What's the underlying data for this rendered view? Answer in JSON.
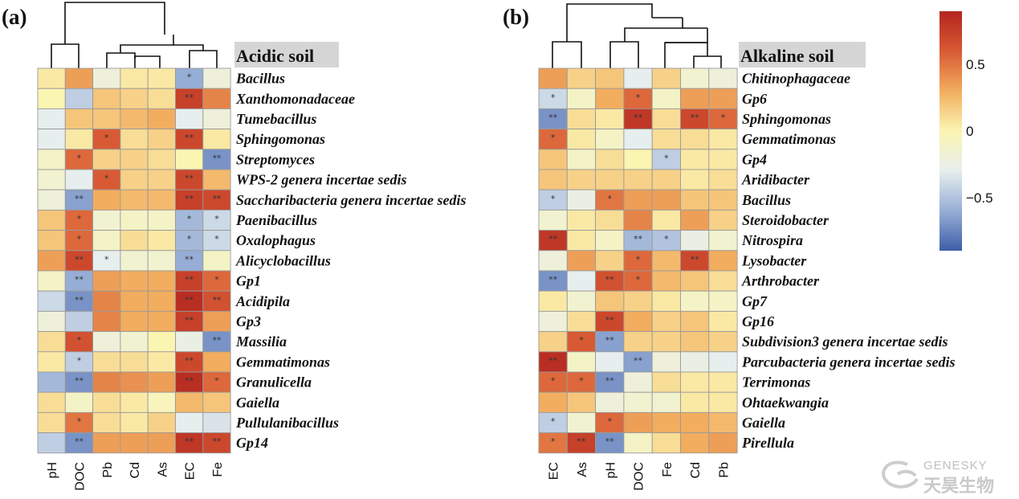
{
  "chart_data": [
    {
      "type": "heatmap",
      "panel": "(a)",
      "title": "Acidic soil",
      "columns": [
        "pH",
        "DOC",
        "Pb",
        "Cd",
        "As",
        "EC",
        "Fe"
      ],
      "rows": [
        "Bacillus",
        "Xanthomonadaceae",
        "Tumebacillus",
        "Sphingomonas",
        "Streptomyces",
        "WPS-2 genera incertae sedis",
        "Saccharibacteria genera incertae sedis",
        "Paenibacillus",
        "Oxalophagus",
        "Alicyclobacillus",
        "Gp1",
        "Acidipila",
        "Gp3",
        "Massilia",
        "Gemmatimonas",
        "Granulicella",
        "Gaiella",
        "Pullulanibacillus",
        "Gp14"
      ],
      "values": [
        [
          0.05,
          0.35,
          -0.2,
          0.05,
          0.05,
          -0.6,
          -0.2
        ],
        [
          0.0,
          -0.45,
          0.2,
          0.15,
          0.1,
          0.75,
          0.45
        ],
        [
          -0.3,
          0.2,
          0.2,
          0.25,
          0.3,
          -0.3,
          -0.2
        ],
        [
          -0.3,
          0.05,
          0.6,
          0.1,
          0.15,
          0.7,
          0.05
        ],
        [
          -0.1,
          0.55,
          0.15,
          0.15,
          0.1,
          0.0,
          -0.7
        ],
        [
          -0.15,
          -0.3,
          0.6,
          0.15,
          0.15,
          0.7,
          0.25
        ],
        [
          -0.2,
          -0.65,
          0.3,
          0.25,
          0.25,
          0.75,
          0.7
        ],
        [
          0.2,
          0.55,
          -0.15,
          -0.1,
          -0.1,
          -0.55,
          -0.4
        ],
        [
          0.2,
          0.55,
          -0.1,
          0.1,
          0.05,
          -0.55,
          -0.4
        ],
        [
          0.35,
          0.7,
          -0.3,
          -0.15,
          -0.15,
          -0.6,
          -0.1
        ],
        [
          -0.1,
          -0.6,
          0.35,
          0.3,
          0.3,
          0.75,
          0.55
        ],
        [
          -0.4,
          -0.7,
          0.45,
          0.3,
          0.3,
          0.85,
          0.65
        ],
        [
          -0.2,
          -0.45,
          0.45,
          0.3,
          0.3,
          0.75,
          0.35
        ],
        [
          0.1,
          0.65,
          -0.2,
          -0.15,
          0.0,
          -0.25,
          -0.7
        ],
        [
          0.05,
          -0.45,
          0.1,
          0.1,
          0.05,
          0.7,
          0.3
        ],
        [
          -0.55,
          -0.7,
          0.45,
          0.4,
          0.35,
          0.85,
          0.55
        ],
        [
          0.1,
          -0.1,
          0.1,
          0.05,
          -0.05,
          0.25,
          0.2
        ],
        [
          0.1,
          0.5,
          0.1,
          0.05,
          0.15,
          -0.3,
          -0.35
        ],
        [
          -0.45,
          -0.7,
          0.35,
          0.35,
          0.35,
          0.8,
          0.7
        ]
      ],
      "stars": [
        [
          "",
          "",
          "",
          "",
          "",
          "*",
          ""
        ],
        [
          "",
          "",
          "",
          "",
          "",
          "**",
          ""
        ],
        [
          "",
          "",
          "",
          "",
          "",
          "",
          ""
        ],
        [
          "",
          "",
          "*",
          "",
          "",
          "**",
          ""
        ],
        [
          "",
          "*",
          "",
          "",
          "",
          "",
          "**"
        ],
        [
          "",
          "",
          "*",
          "",
          "",
          "**",
          ""
        ],
        [
          "",
          "**",
          "",
          "",
          "",
          "**",
          "**"
        ],
        [
          "",
          "*",
          "",
          "",
          "",
          "*",
          "*"
        ],
        [
          "",
          "*",
          "",
          "",
          "",
          "*",
          "*"
        ],
        [
          "",
          "**",
          "*",
          "",
          "",
          "**",
          ""
        ],
        [
          "",
          "**",
          "",
          "",
          "",
          "**",
          "*"
        ],
        [
          "",
          "**",
          "",
          "",
          "",
          "**",
          "**"
        ],
        [
          "",
          "",
          "",
          "",
          "",
          "**",
          ""
        ],
        [
          "",
          "*",
          "",
          "",
          "",
          "",
          "**"
        ],
        [
          "",
          "*",
          "",
          "",
          "",
          "**",
          ""
        ],
        [
          "",
          "**",
          "",
          "",
          "",
          "**",
          "*"
        ],
        [
          "",
          "",
          "",
          "",
          "",
          "",
          ""
        ],
        [
          "",
          "*",
          "",
          "",
          "",
          "",
          ""
        ],
        [
          "",
          "**",
          "",
          "",
          "",
          "**",
          "**"
        ]
      ]
    },
    {
      "type": "heatmap",
      "panel": "(b)",
      "title": "Alkaline soil",
      "columns": [
        "EC",
        "As",
        "pH",
        "DOC",
        "Fe",
        "Cd",
        "Pb"
      ],
      "rows": [
        "Chitinophagaceae",
        "Gp6",
        "Sphingomonas",
        "Gemmatimonas",
        "Gp4",
        "Aridibacter",
        "Bacillus",
        "Steroidobacter",
        "Nitrospira",
        "Lysobacter",
        "Arthrobacter",
        "Gp7",
        "Gp16",
        "Subdivision3 genera incertae sedis",
        "Parcubacteria genera incertae sedis",
        "Terrimonas",
        "Ohtaekwangia",
        "Gaiella",
        "Pirellula"
      ],
      "values": [
        [
          0.35,
          0.15,
          0.2,
          -0.3,
          0.15,
          -0.15,
          -0.2
        ],
        [
          -0.4,
          -0.1,
          0.3,
          0.55,
          -0.1,
          0.35,
          0.35
        ],
        [
          -0.7,
          0.1,
          0.05,
          0.8,
          0.1,
          0.7,
          0.55
        ],
        [
          0.55,
          0.05,
          -0.1,
          -0.3,
          0.1,
          0.1,
          0.05
        ],
        [
          0.2,
          -0.1,
          0.1,
          0.0,
          -0.45,
          0.05,
          0.05
        ],
        [
          0.2,
          0.15,
          0.15,
          0.15,
          0.15,
          0.05,
          0.1
        ],
        [
          -0.45,
          -0.25,
          0.5,
          0.35,
          0.35,
          0.2,
          0.2
        ],
        [
          -0.15,
          0.05,
          0.1,
          0.45,
          0.05,
          0.35,
          0.15
        ],
        [
          0.8,
          0.05,
          -0.1,
          -0.55,
          -0.5,
          -0.25,
          -0.15
        ],
        [
          -0.2,
          0.35,
          0.15,
          0.55,
          0.25,
          0.7,
          0.3
        ],
        [
          -0.7,
          -0.3,
          0.65,
          0.55,
          0.25,
          0.2,
          0.1
        ],
        [
          0.05,
          -0.15,
          0.2,
          0.15,
          0.05,
          -0.1,
          -0.1
        ],
        [
          -0.2,
          0.1,
          0.7,
          0.3,
          0.15,
          0.2,
          0.05
        ],
        [
          0.15,
          0.6,
          -0.65,
          0.15,
          0.15,
          0.2,
          0.15
        ],
        [
          0.85,
          -0.1,
          -0.3,
          -0.65,
          -0.2,
          -0.25,
          -0.3
        ],
        [
          0.55,
          0.55,
          -0.7,
          -0.2,
          0.1,
          0.05,
          0.05
        ],
        [
          0.3,
          0.2,
          -0.2,
          -0.15,
          -0.15,
          0.05,
          0.05
        ],
        [
          -0.45,
          -0.15,
          0.55,
          0.35,
          0.3,
          0.3,
          0.25
        ],
        [
          0.5,
          0.75,
          -0.7,
          -0.1,
          0.1,
          0.3,
          0.35
        ]
      ],
      "stars": [
        [
          "",
          "",
          "",
          "",
          "",
          "",
          ""
        ],
        [
          "*",
          "",
          "",
          "*",
          "",
          "",
          ""
        ],
        [
          "**",
          "",
          "",
          "**",
          "",
          "**",
          "*"
        ],
        [
          "*",
          "",
          "",
          "",
          "",
          "",
          ""
        ],
        [
          "",
          "",
          "",
          "",
          "*",
          "",
          ""
        ],
        [
          "",
          "",
          "",
          "",
          "",
          "",
          ""
        ],
        [
          "*",
          "",
          "*",
          "",
          "",
          "",
          ""
        ],
        [
          "",
          "",
          "",
          "",
          "",
          "",
          ""
        ],
        [
          "**",
          "",
          "",
          "**",
          "*",
          "",
          ""
        ],
        [
          "",
          "",
          "",
          "*",
          "",
          "**",
          ""
        ],
        [
          "**",
          "",
          "**",
          "*",
          "",
          "",
          ""
        ],
        [
          "",
          "",
          "",
          "",
          "",
          "",
          ""
        ],
        [
          "",
          "",
          "**",
          "",
          "",
          "",
          ""
        ],
        [
          "",
          "*",
          "**",
          "",
          "",
          "",
          ""
        ],
        [
          "**",
          "",
          "",
          "**",
          "",
          "",
          ""
        ],
        [
          "*",
          "*",
          "**",
          "",
          "",
          "",
          ""
        ],
        [
          "",
          "",
          "",
          "",
          "",
          "",
          ""
        ],
        [
          "*",
          "",
          "*",
          "",
          "",
          "",
          ""
        ],
        [
          "*",
          "**",
          "**",
          "",
          "",
          "",
          ""
        ]
      ]
    }
  ],
  "colorbar": {
    "ticks": [
      {
        "value": 0.5,
        "label": "0.5"
      },
      {
        "value": 0,
        "label": "0"
      },
      {
        "value": -0.5,
        "label": "−0.5"
      }
    ],
    "range": [
      -0.9,
      0.9
    ],
    "stops": [
      "#3f5ea8",
      "#96aed6",
      "#e7eeee",
      "#fbf5b2",
      "#f2ad5e",
      "#d85a34",
      "#b3251f"
    ]
  },
  "watermark": {
    "brand": "GENESKY",
    "cn": "天昊生物"
  }
}
